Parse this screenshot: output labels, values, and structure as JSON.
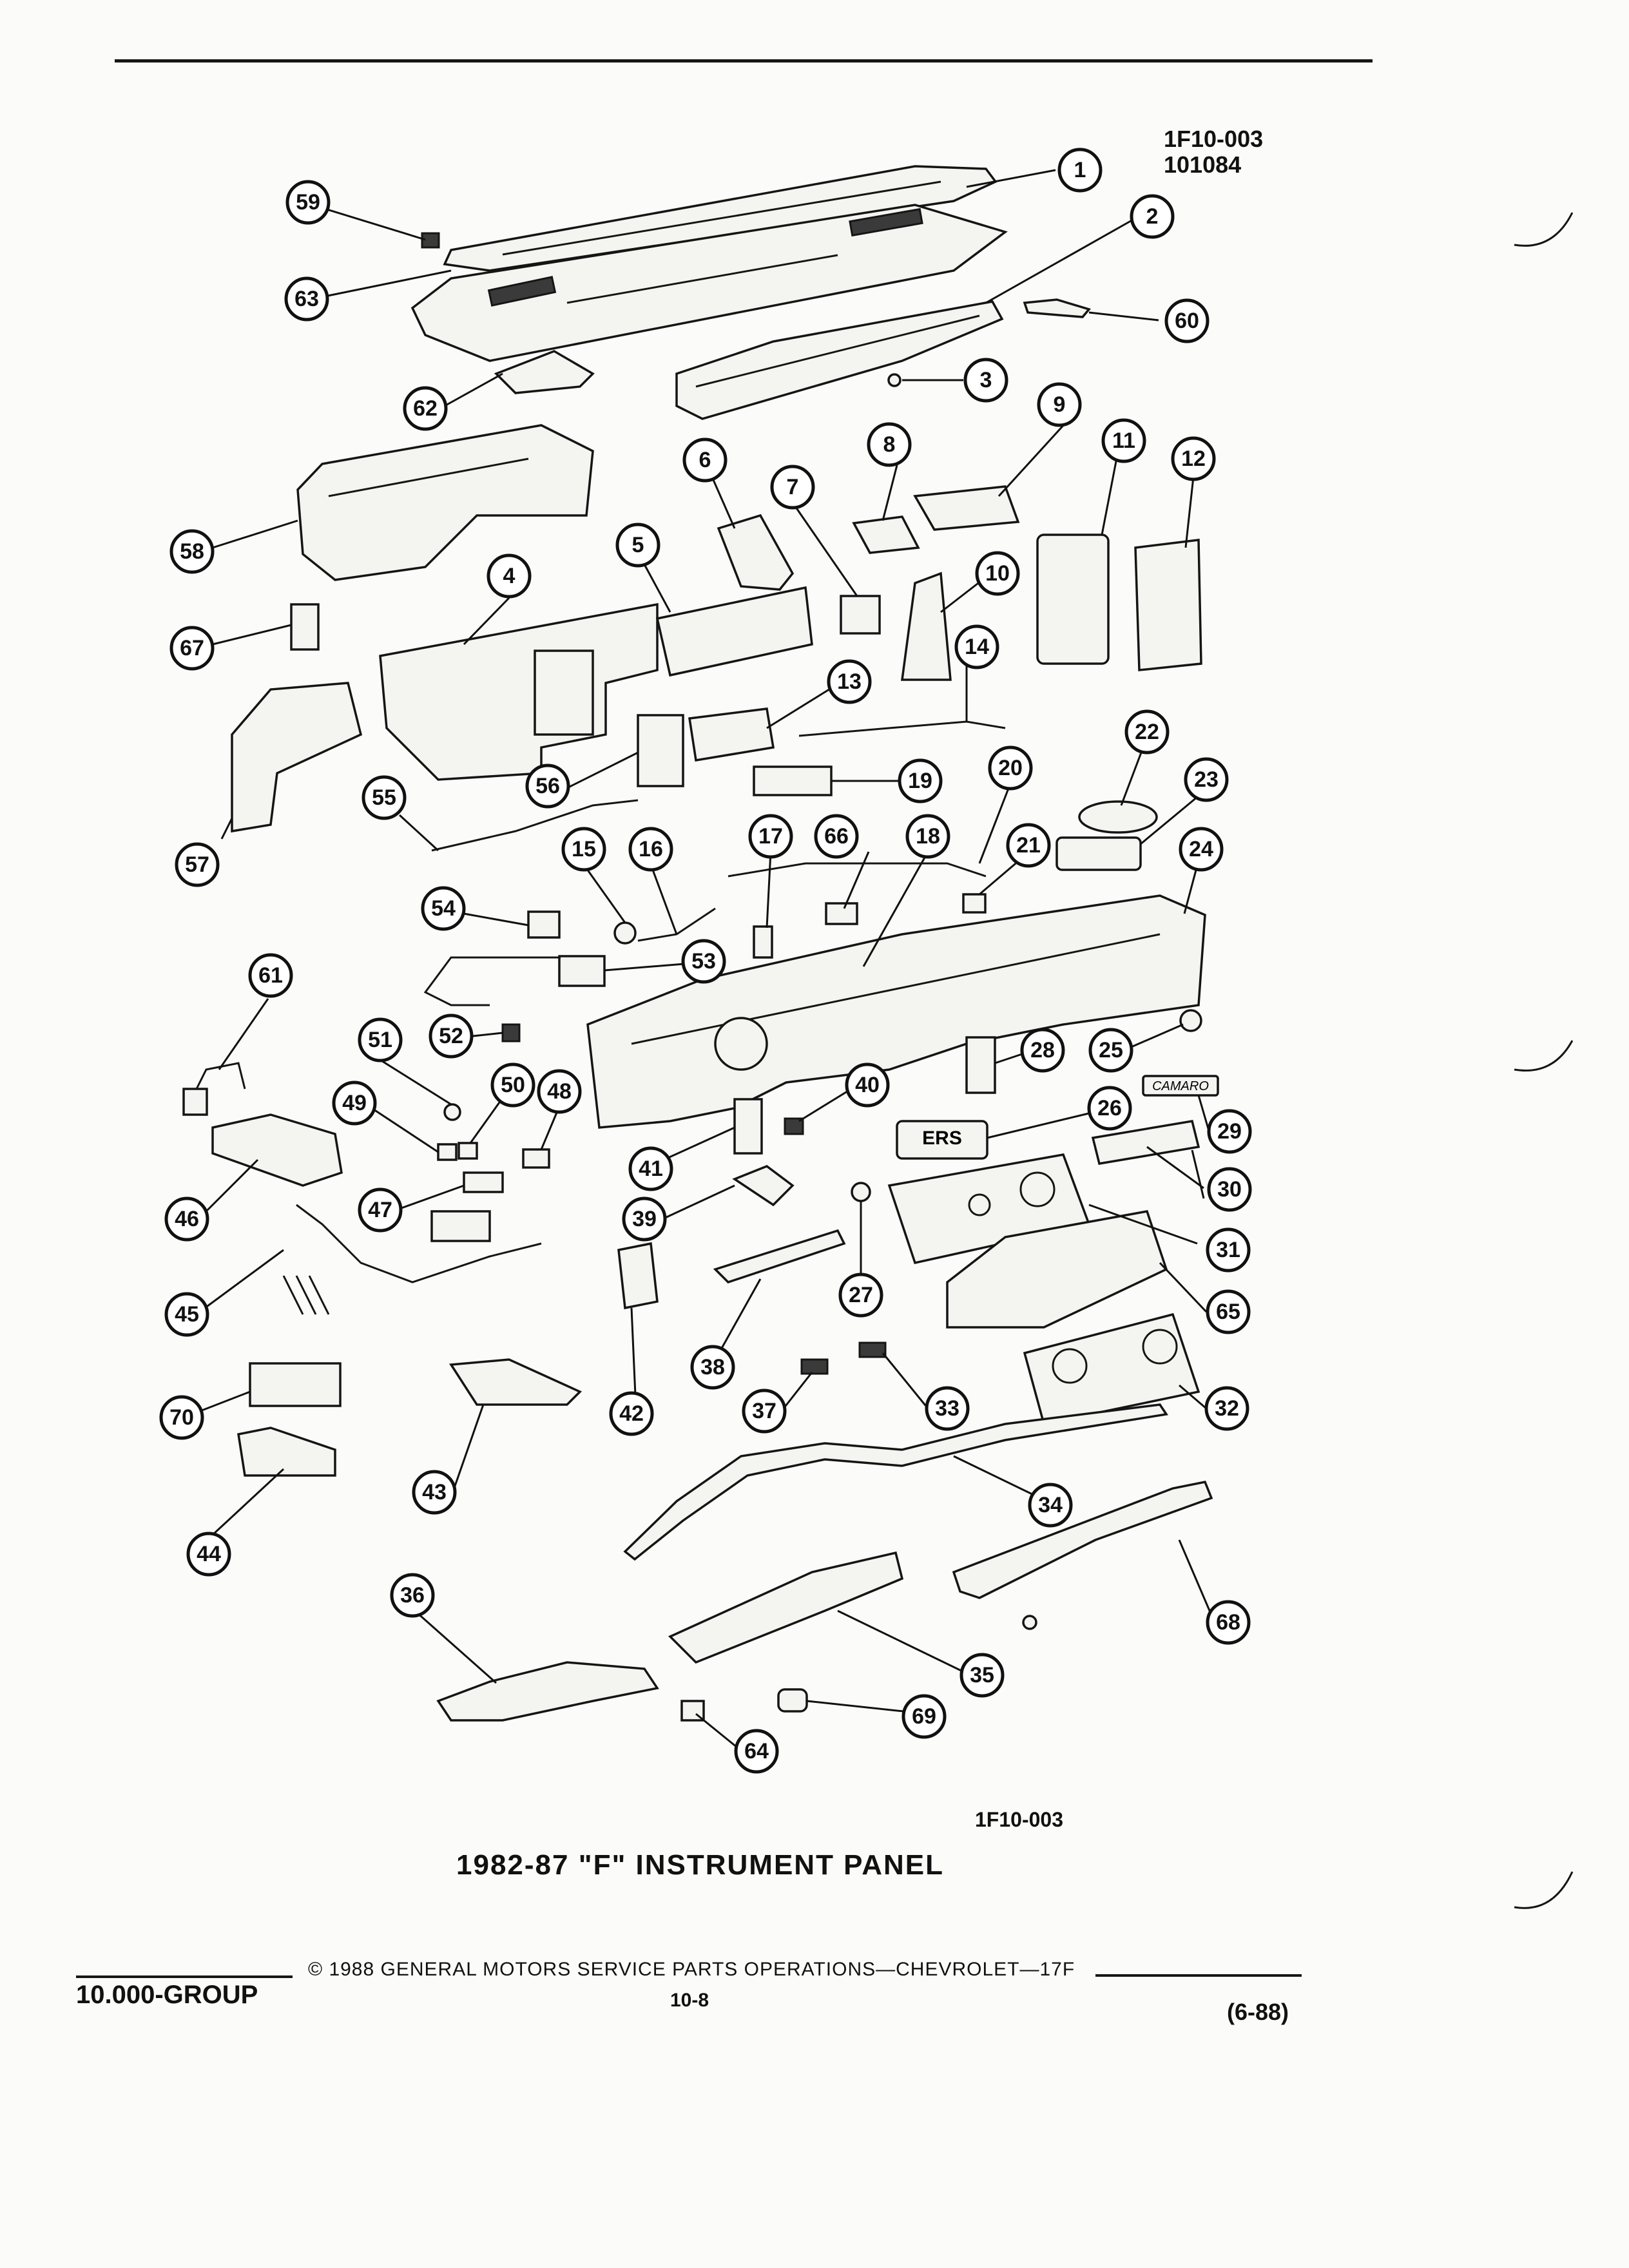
{
  "header": {
    "ref_code": "1F10-003",
    "ref_date": "101084"
  },
  "diagram": {
    "callouts": [
      "1",
      "2",
      "3",
      "4",
      "5",
      "6",
      "7",
      "8",
      "9",
      "10",
      "11",
      "12",
      "13",
      "14",
      "15",
      "16",
      "17",
      "18",
      "19",
      "20",
      "21",
      "22",
      "23",
      "24",
      "25",
      "26",
      "27",
      "28",
      "29",
      "30",
      "31",
      "32",
      "33",
      "34",
      "35",
      "36",
      "37",
      "38",
      "39",
      "40",
      "41",
      "42",
      "43",
      "44",
      "45",
      "46",
      "47",
      "48",
      "49",
      "50",
      "51",
      "52",
      "53",
      "54",
      "55",
      "56",
      "57",
      "58",
      "59",
      "60",
      "61",
      "62",
      "63",
      "64",
      "65",
      "66",
      "67",
      "68",
      "69",
      "70"
    ],
    "part_labels": {
      "ers_badge": "ERS",
      "camaro_badge": "CAMARO"
    }
  },
  "figure": {
    "ref": "1F10-003",
    "caption": "1982-87 \"F\" INSTRUMENT PANEL"
  },
  "footer": {
    "group": "10.000-GROUP",
    "copyright": "© 1988 GENERAL MOTORS SERVICE PARTS OPERATIONS—CHEVROLET—17F",
    "page": "10-8",
    "date": "(6-88)"
  }
}
